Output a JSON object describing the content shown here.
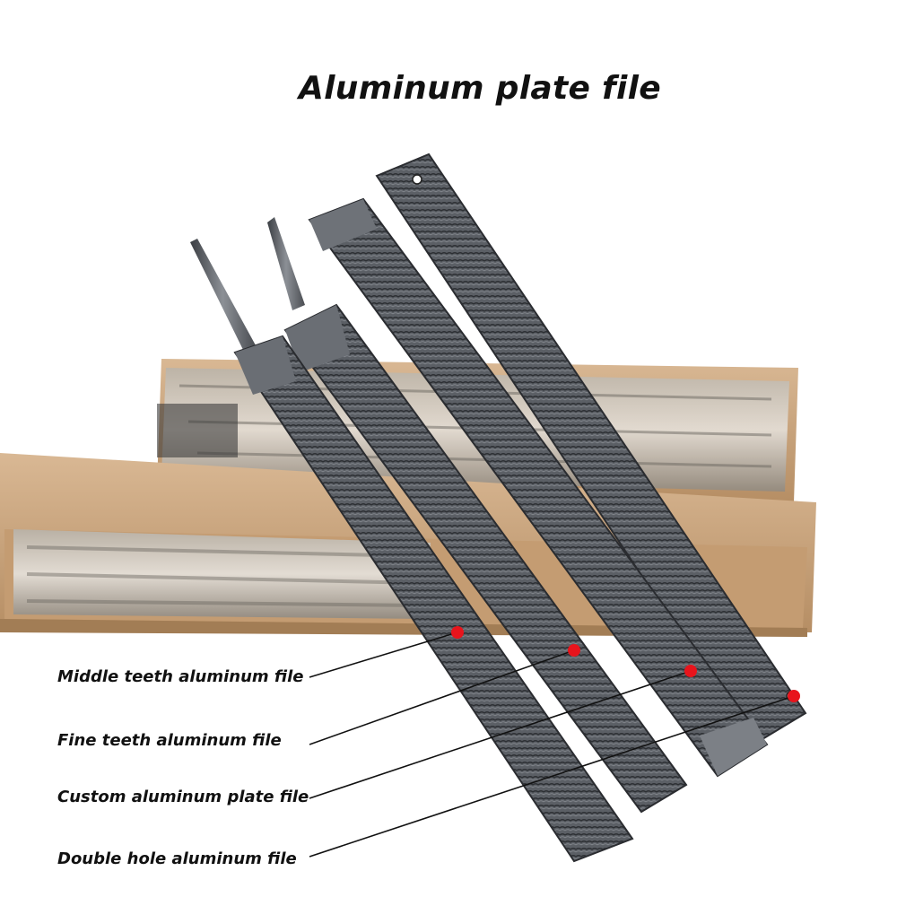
{
  "title": "Aluminum plate file",
  "labels": [
    "Middle teeth aluminum file",
    "Fine teeth aluminum file",
    "Custom aluminum plate file",
    "Double hole aluminum file"
  ],
  "colors": {
    "marker": "#e8141c",
    "cardboard": "#c9a47c",
    "steel": "#5c6066"
  }
}
